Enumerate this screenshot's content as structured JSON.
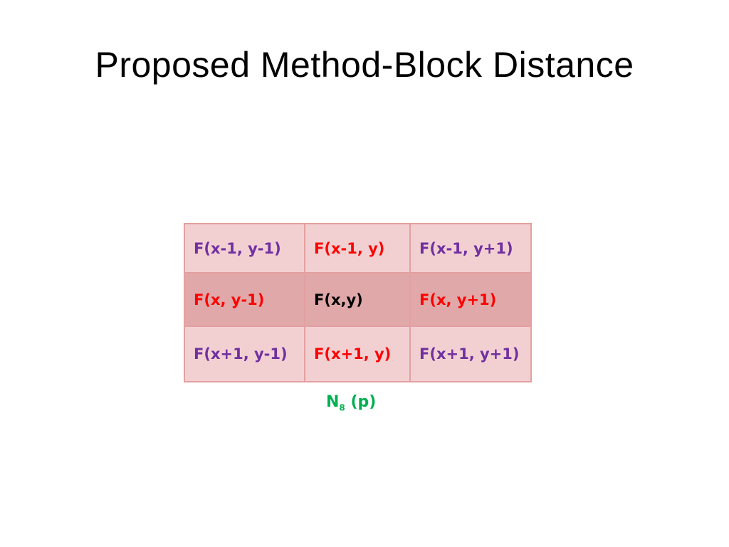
{
  "title": "Proposed Method-Block Distance",
  "colors": {
    "purple": "#7030a0",
    "red": "#ff0000",
    "black": "#000000",
    "green": "#00b050"
  },
  "grid": {
    "rows": [
      [
        {
          "text": "F(x-1, y-1)",
          "color": "#7030a0"
        },
        {
          "text": "F(x-1, y)",
          "color": "#ff0000"
        },
        {
          "text": "F(x-1, y+1)",
          "color": "#7030a0"
        }
      ],
      [
        {
          "text": "F(x, y-1)",
          "color": "#ff0000"
        },
        {
          "text": "F(x,y)",
          "color": "#000000"
        },
        {
          "text": "F(x, y+1)",
          "color": "#ff0000"
        }
      ],
      [
        {
          "text": "F(x+1, y-1)",
          "color": "#7030a0"
        },
        {
          "text": "F(x+1, y)",
          "color": "#ff0000"
        },
        {
          "text": "F(x+1, y+1)",
          "color": "#7030a0"
        }
      ]
    ]
  },
  "caption": {
    "main": "N",
    "subscript": "8",
    "suffix": " (p)"
  }
}
